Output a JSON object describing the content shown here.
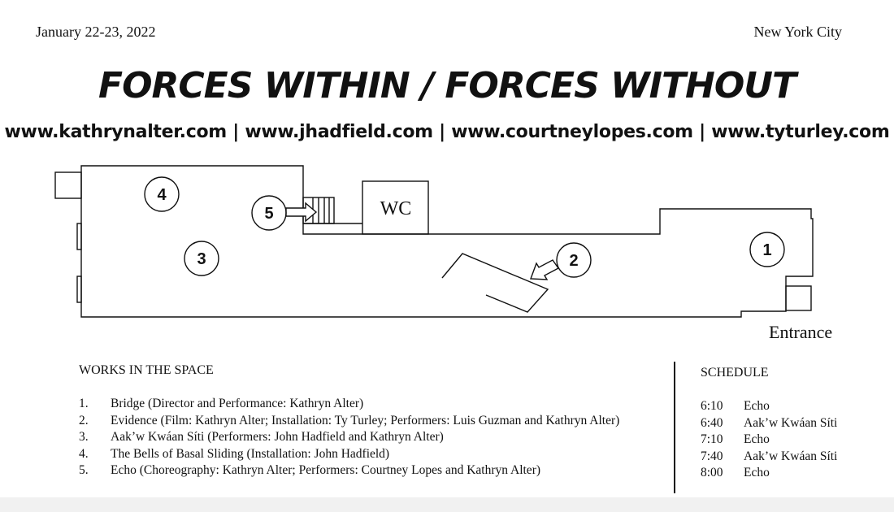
{
  "header": {
    "date": "January 22-23, 2022",
    "city": "New York City",
    "title": "FORCES WITHIN / FORCES WITHOUT",
    "websites": "www.kathrynalter.com | www.jhadfield.com | www.courtneylopes.com | www.tyturley.com"
  },
  "floorplan": {
    "markers": [
      "1",
      "2",
      "3",
      "4",
      "5"
    ],
    "wc_label": "WC",
    "entrance_label": "Entrance"
  },
  "works": {
    "title": "WORKS IN THE SPACE",
    "items": [
      {
        "num": "1.",
        "text": "Bridge (Director and Performance: Kathryn Alter)"
      },
      {
        "num": "2.",
        "text": "Evidence (Film: Kathryn Alter; Installation: Ty Turley; Performers: Luis Guzman and Kathryn Alter)"
      },
      {
        "num": "3.",
        "text": "Aak’w Kwáan Síti (Performers: John Hadfield and Kathryn Alter)"
      },
      {
        "num": "4.",
        "text": "The Bells of Basal Sliding (Installation: John Hadfield)"
      },
      {
        "num": "5.",
        "text": "Echo (Choreography: Kathryn Alter; Performers: Courtney Lopes and Kathryn Alter)"
      }
    ]
  },
  "schedule": {
    "title": "SCHEDULE",
    "items": [
      {
        "time": "6:10",
        "work": "Echo"
      },
      {
        "time": "6:40",
        "work": "Aak’w Kwáan Síti"
      },
      {
        "time": "7:10",
        "work": "Echo"
      },
      {
        "time": "7:40",
        "work": "Aak’w Kwáan Síti"
      },
      {
        "time": "8:00",
        "work": "Echo"
      }
    ]
  }
}
